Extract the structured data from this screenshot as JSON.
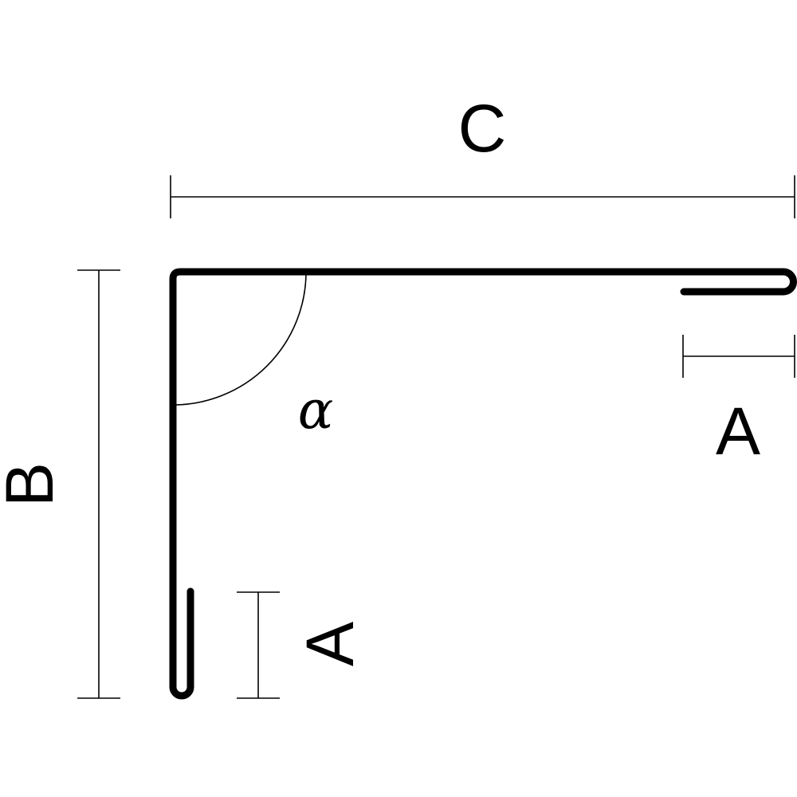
{
  "labels": {
    "top_dimension": "C",
    "left_dimension": "B",
    "right_hem_dimension": "A",
    "bottom_hem_dimension": "A",
    "angle": "α"
  },
  "colors": {
    "stroke": "#000000",
    "background": "#ffffff"
  }
}
